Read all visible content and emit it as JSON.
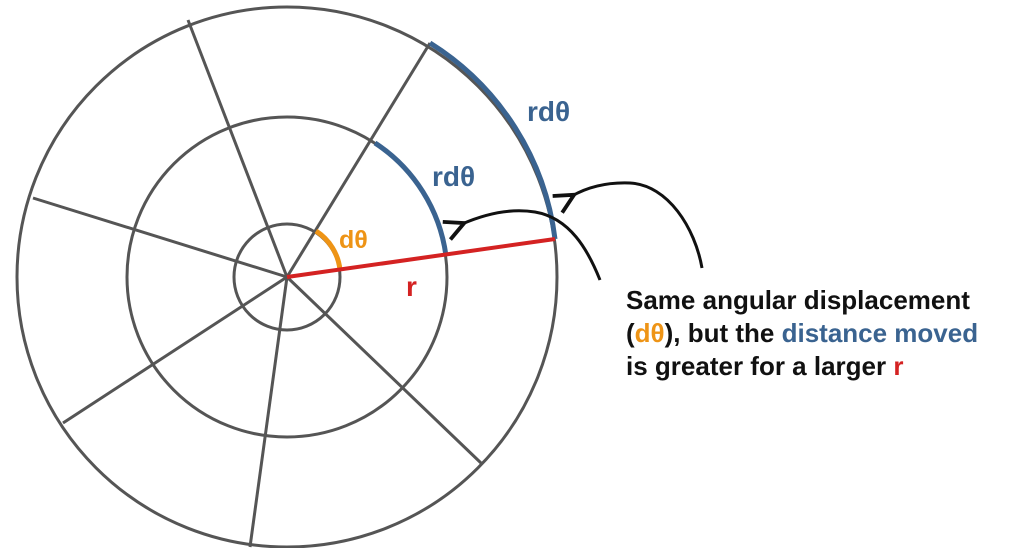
{
  "colors": {
    "circle_stroke": "#555555",
    "radius_red": "#d42222",
    "arc_blue": "#3a6390",
    "angle_orange": "#ee9416",
    "text_dark": "#111111"
  },
  "labels": {
    "angle": "dθ",
    "radius": "r",
    "inner_arc": "rdθ",
    "outer_arc": "rdθ"
  },
  "caption": {
    "line1": "Same angular displacement",
    "line2_open": "(",
    "line2_symbol": "dθ",
    "line2_mid": "), but the ",
    "line2_highlight": "distance moved",
    "line3_prefix": "is greater for a larger ",
    "line3_symbol": "r"
  }
}
